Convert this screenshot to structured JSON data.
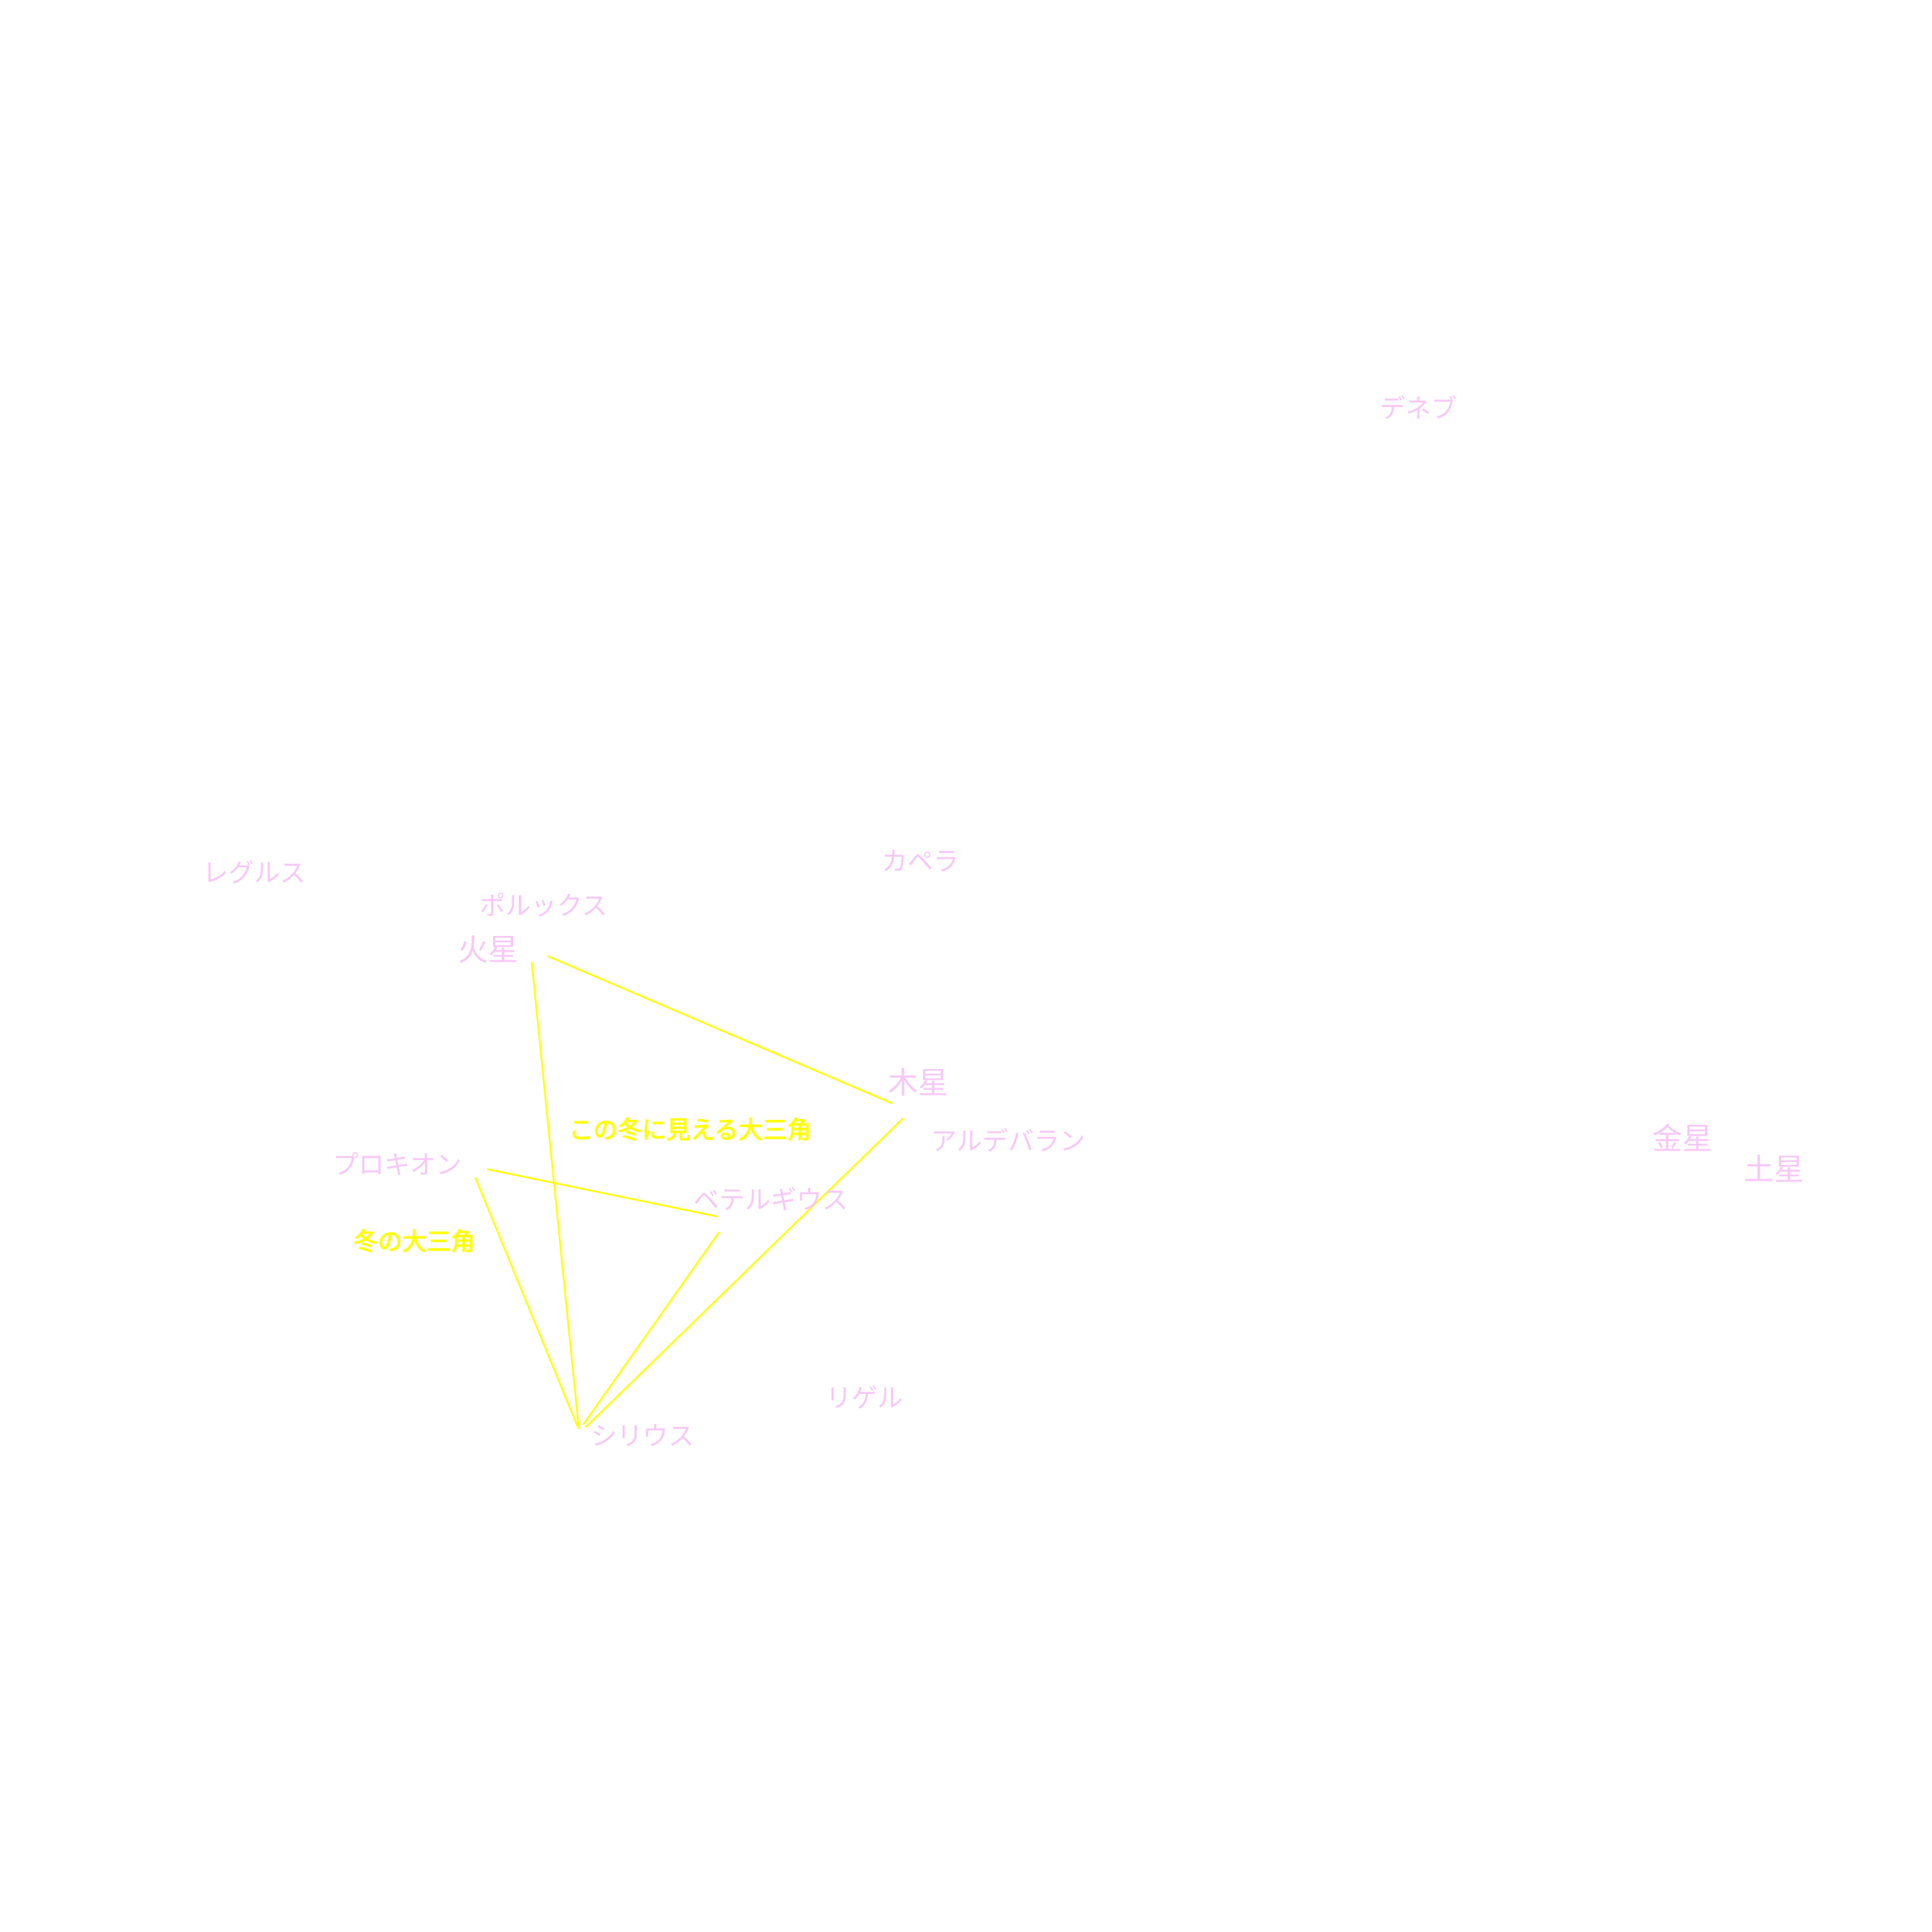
{
  "colors": {
    "background": "#ffffff",
    "label": "#f7c8f7",
    "asterism": "#ffff00"
  },
  "stars": {
    "deneb": "デネブ",
    "regulus": "レグルス",
    "capella": "カペラ",
    "pollux": "ポルックス",
    "procyon": "プロキオン",
    "aldebaran": "アルデバラン",
    "betelgeuse": "ベテルギウス",
    "rigel": "リゲル",
    "sirius": "シリウス"
  },
  "planets": {
    "mars": "火星",
    "jupiter": "木星",
    "venus": "金星",
    "saturn": "土星"
  },
  "asterisms": {
    "winter_triangle": "冬の大三角",
    "this_winter_triangle": "この冬に見える大三角"
  }
}
